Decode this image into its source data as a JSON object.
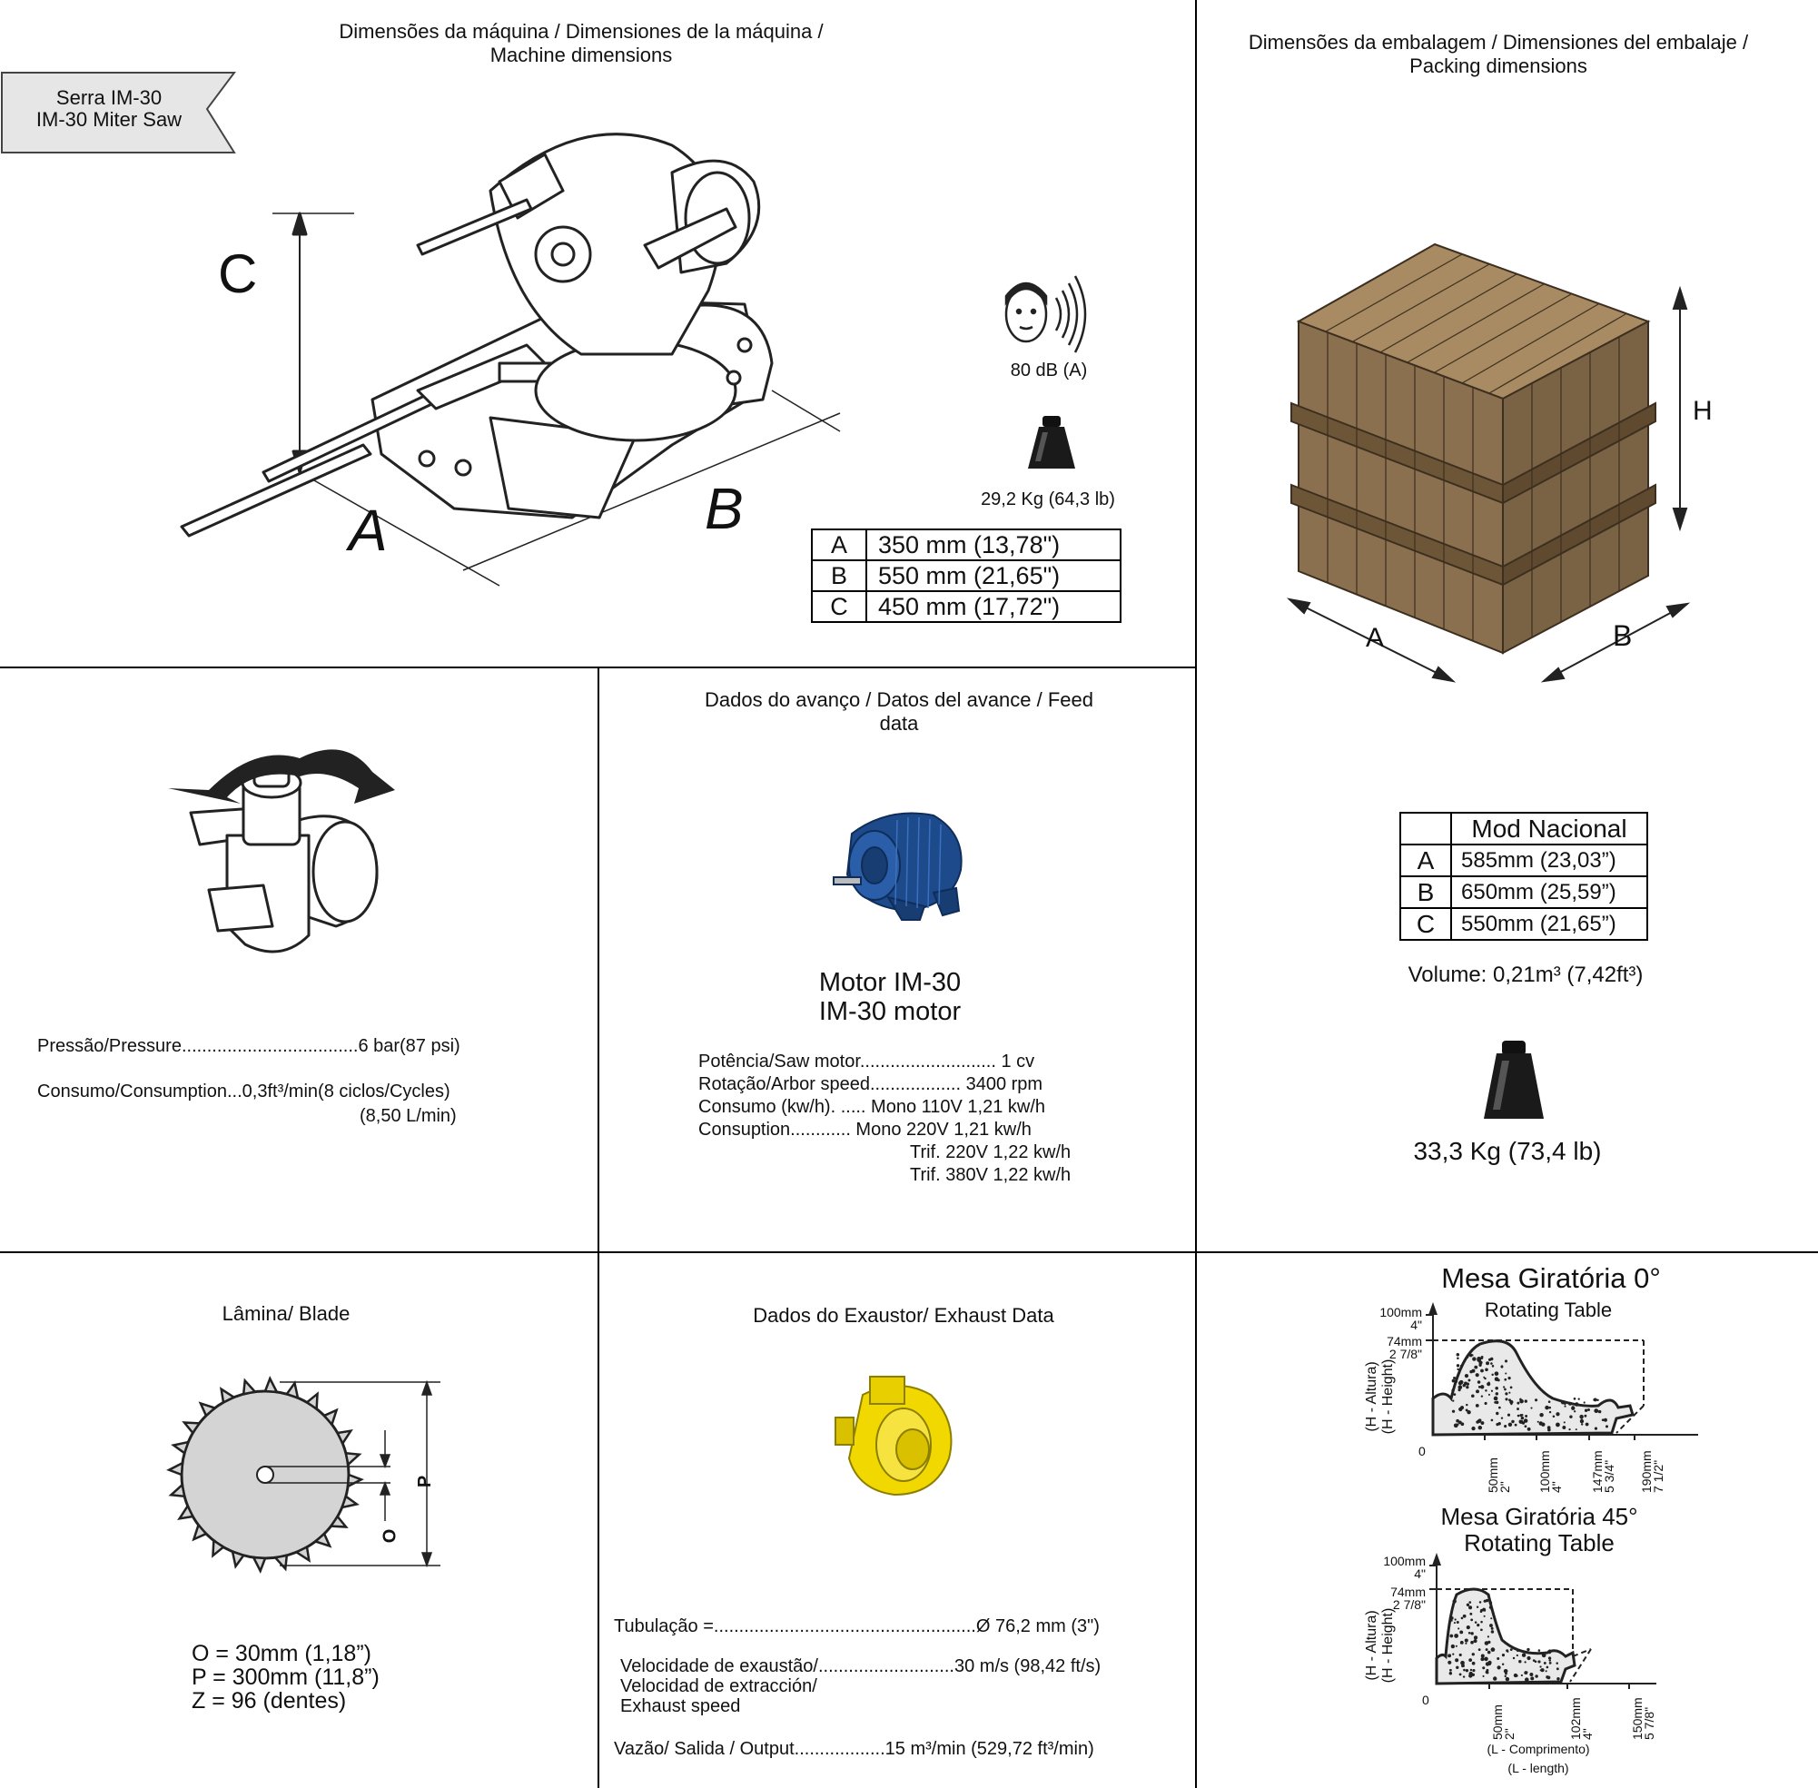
{
  "machine": {
    "heading": "Dimensões da máquina / Dimensiones de la máquina / Machine dimensions",
    "tag_line1": "Serra IM-30",
    "tag_line2": "IM-30 Miter Saw",
    "label_a": "A",
    "label_b": "B",
    "label_c": "C",
    "noise": "80 dB (A)",
    "weight": "29,2 Kg (64,3 lb)",
    "dims": [
      {
        "k": "A",
        "v": "350 mm (13,78\")"
      },
      {
        "k": "B",
        "v": "550 mm (21,65\")"
      },
      {
        "k": "C",
        "v": "450 mm (17,72\")"
      }
    ]
  },
  "packing": {
    "heading": "Dimensões da embalagem / Dimensiones del embalaje / Packing dimensions",
    "label_h": "H",
    "label_a": "A",
    "label_b": "B",
    "table_header": "Mod Nacional",
    "rows": [
      {
        "k": "A",
        "v": "585mm (23,03”)"
      },
      {
        "k": "B",
        "v": "650mm (25,59”)"
      },
      {
        "k": "C",
        "v": "550mm (21,65”)"
      }
    ],
    "volume": "Volume: 0,21m³ (7,42ft³)",
    "weight": "33,3 Kg (73,4 lb)"
  },
  "air": {
    "pressure_label": "Pressão/Pressure...................................",
    "pressure_value": "6 bar(87 psi)",
    "consumption_label": "Consumo/Consumption...",
    "consumption_value": "0,3ft³/min(8 ciclos/Cycles)",
    "consumption_value2": "(8,50 L/min)"
  },
  "feed": {
    "heading": "Dados do avanço / Datos del avance / Feed data",
    "motor_title1": "Motor IM-30",
    "motor_title2": "IM-30 motor",
    "specs": [
      {
        "label": "Potência/Saw motor...........................",
        "value": " 1 cv"
      },
      {
        "label": "Rotação/Arbor speed..................",
        "value": " 3400 rpm"
      },
      {
        "label": "Consumo (kw/h). .....",
        "value": " Mono 110V 1,21 kw/h"
      },
      {
        "label": "Consuption...........",
        "value": ". Mono 220V 1,21 kw/h"
      }
    ],
    "extra": [
      "Trif. 220V 1,22 kw/h",
      "Trif. 380V 1,22 kw/h"
    ]
  },
  "blade": {
    "heading": "Lâmina/ Blade",
    "label_o": "O",
    "label_p": "P",
    "specs": [
      "O = 30mm (1,18”)",
      "P = 300mm (11,8”)",
      "Z = 96 (dentes)"
    ]
  },
  "exhaust": {
    "heading": "Dados do Exaustor/ Exhaust Data",
    "tube_label": "Tubulação =....................................................",
    "tube_value": "Ø 76,2 mm (3\")",
    "speed_label1": "Velocidade de exaustão/...........................",
    "speed_value": "30 m/s (98,42 ft/s)",
    "speed_label2": "Velocidad de extracción/",
    "speed_label3": "Exhaust speed",
    "output_label": "Vazão/ Salida / Output..................",
    "output_value": "15 m³/min (529,72 ft³/min)"
  },
  "table0": {
    "title": "Mesa Giratória 0°",
    "subtitle": "Rotating Table",
    "ylabel1": "(H - Altura)",
    "ylabel2": "(H - Height)",
    "y_top": "100mm",
    "y_top_in": "4\"",
    "y_mid": "74mm",
    "y_mid_in": "2 7/8\"",
    "zero": "0",
    "x_ticks": [
      {
        "mm": "50mm",
        "in": "2\""
      },
      {
        "mm": "100mm",
        "in": "4\""
      },
      {
        "mm": "147mm",
        "in": "5 3/4\""
      },
      {
        "mm": "190mm",
        "in": "7 1/2\""
      }
    ]
  },
  "table45": {
    "title1": "Mesa Giratória 45°",
    "title2": "Rotating Table",
    "ylabel1": "(H - Altura)",
    "ylabel2": "(H - Height)",
    "y_top": "100mm",
    "y_top_in": "4\"",
    "y_mid": "74mm",
    "y_mid_in": "2 7/8\"",
    "zero": "0",
    "x_ticks": [
      {
        "mm": "50mm",
        "in": "2\""
      },
      {
        "mm": "102mm",
        "in": "4\""
      },
      {
        "mm": "150mm",
        "in": "5 7/8\""
      }
    ],
    "xlabel1": "(L - Comprimento)",
    "xlabel2": "(L - length)"
  },
  "colors": {
    "crate": "#8b7050",
    "crate_dark": "#6d5638",
    "motor": "#1d4a8a",
    "exhaust": "#f1d800",
    "tag_bg": "#e6e6e6"
  }
}
